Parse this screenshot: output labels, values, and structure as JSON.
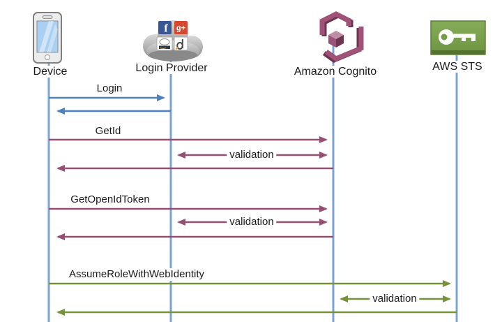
{
  "diagram_type": "sequence",
  "actors": [
    {
      "label": "Device",
      "icon": "smartphone-icon"
    },
    {
      "label": "Login Provider",
      "icon": "login-provider-cloud-icon"
    },
    {
      "label": "Amazon Cognito",
      "icon": "amazon-cognito-icon"
    },
    {
      "label": "AWS STS",
      "icon": "aws-sts-key-icon"
    }
  ],
  "messages": [
    {
      "label": "Login",
      "from": "Device",
      "to": "Login Provider",
      "direction": "right",
      "color": "#4F81BD"
    },
    {
      "label": "",
      "from": "Login Provider",
      "to": "Device",
      "direction": "left",
      "color": "#4F81BD"
    },
    {
      "label": "GetId",
      "from": "Device",
      "to": "Amazon Cognito",
      "direction": "right",
      "color": "#954F72"
    },
    {
      "label": "validation",
      "from": "Login Provider",
      "to": "Amazon Cognito",
      "direction": "both",
      "color": "#954F72"
    },
    {
      "label": "",
      "from": "Amazon Cognito",
      "to": "Device",
      "direction": "left",
      "color": "#954F72"
    },
    {
      "label": "GetOpenIdToken",
      "from": "Device",
      "to": "Amazon Cognito",
      "direction": "right",
      "color": "#954F72"
    },
    {
      "label": "validation",
      "from": "Login Provider",
      "to": "Amazon Cognito",
      "direction": "both",
      "color": "#954F72"
    },
    {
      "label": "",
      "from": "Amazon Cognito",
      "to": "Device",
      "direction": "left",
      "color": "#954F72"
    },
    {
      "label": "AssumeRoleWithWebIdentity",
      "from": "Device",
      "to": "AWS STS",
      "direction": "right",
      "color": "#76923C"
    },
    {
      "label": "validation",
      "from": "Amazon Cognito",
      "to": "AWS STS",
      "direction": "both",
      "color": "#76923C"
    },
    {
      "label": "",
      "from": "AWS STS",
      "to": "Device",
      "direction": "left",
      "color": "#76923C"
    }
  ],
  "provider_icons": {
    "facebook_glyph": "f",
    "google_plus_glyph": "g+"
  },
  "colors": {
    "login_flow": "#4F81BD",
    "cognito_flow": "#954F72",
    "sts_flow": "#76923C",
    "lifeline": "#7CA3D4"
  }
}
